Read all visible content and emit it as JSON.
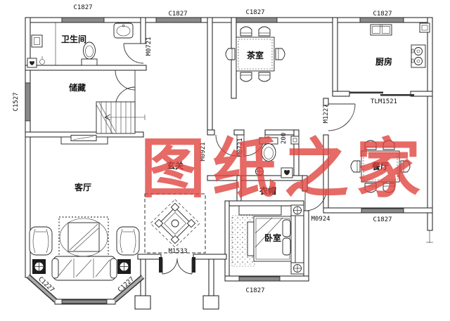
{
  "watermark": {
    "text": "图纸之家",
    "color": "#e0413c"
  },
  "rooms": {
    "bathroom": "卫生间",
    "storage": "储藏",
    "tea_room": "茶室",
    "kitchen": "厨房",
    "dining": "餐厅",
    "living": "客厅",
    "foyer": "玄关",
    "cloakroom": "衣帽",
    "bedroom": "卧室"
  },
  "windows": {
    "top_1": "C1827",
    "top_2": "C1827",
    "top_3": "C1827",
    "top_4": "C1827",
    "left": "C1527",
    "bay_left": "C1227",
    "bay_right": "C1227",
    "bedroom_bottom": "C1827",
    "dining_bottom": "C1827"
  },
  "doors": {
    "bathroom": "M0721",
    "foyer": "M0921",
    "powder": "M0721",
    "powder_dim": "200",
    "dining": "M1227",
    "kitchen_slide": "TLM1521",
    "bedroom": "M0924",
    "entry": "M1533"
  }
}
